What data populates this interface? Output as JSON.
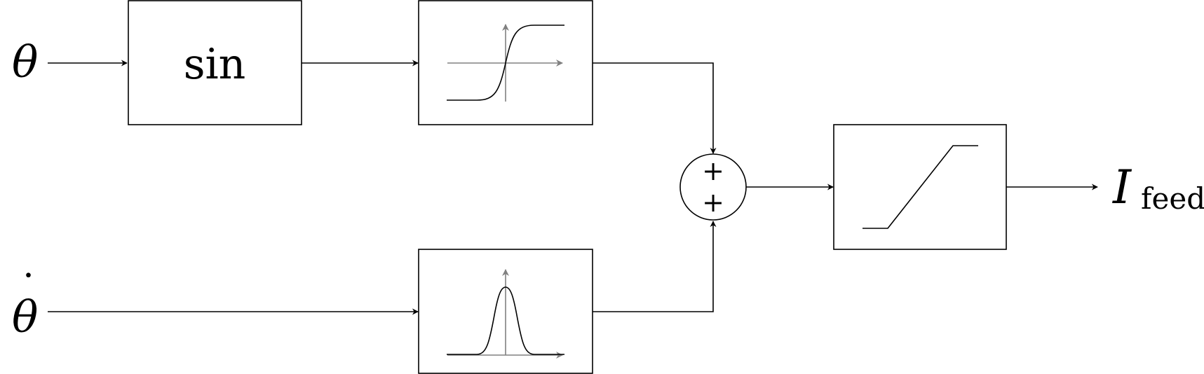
{
  "inputs": {
    "theta": "θ",
    "theta_dot": "θ",
    "theta_dot_accent": "˙"
  },
  "blocks": {
    "sin_label": "sin",
    "sigmoid_icon": "sigmoid-curve-icon",
    "gaussian_icon": "gaussian-bump-icon",
    "saturation_icon": "saturation-ramp-icon"
  },
  "sum_junction": {
    "top_sign": "+",
    "bottom_sign": "+"
  },
  "output": {
    "symbol": "I",
    "subscript": "feed"
  }
}
